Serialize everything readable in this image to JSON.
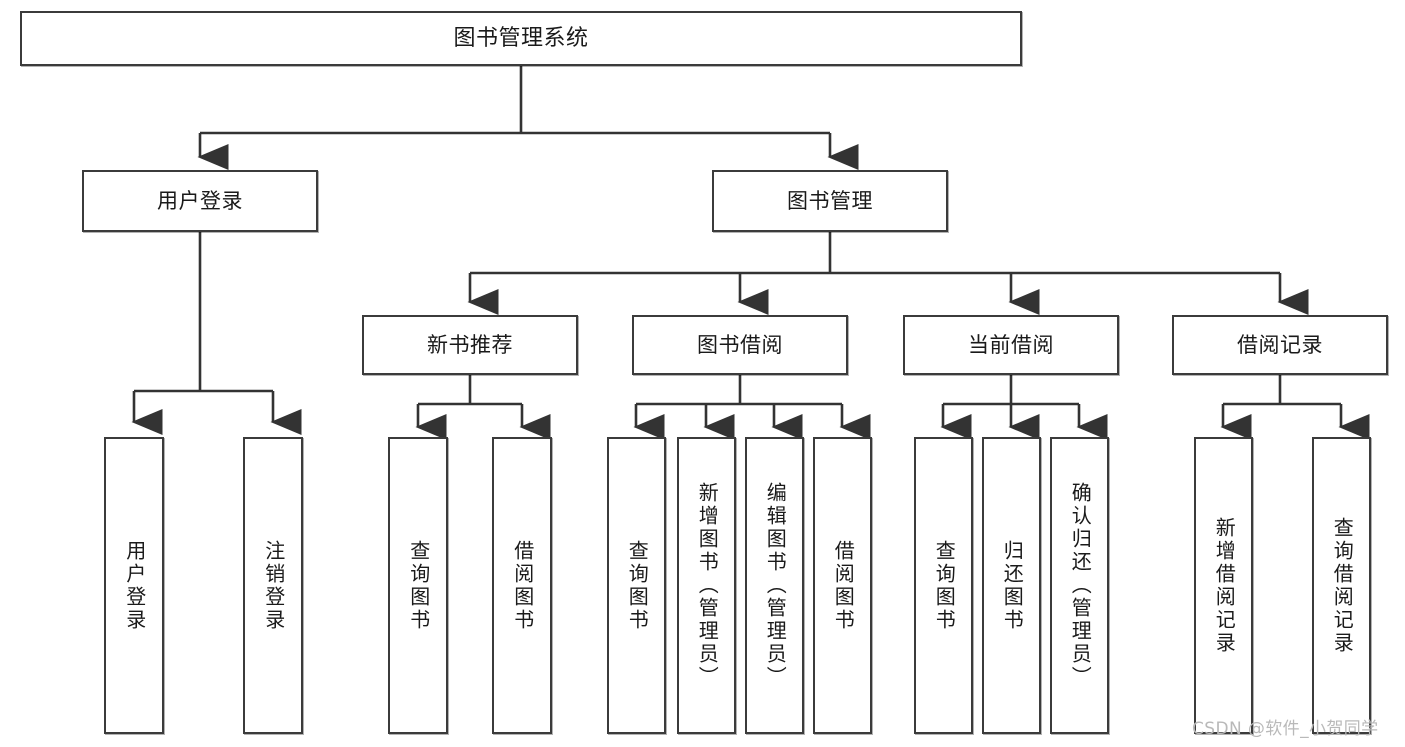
{
  "diagram": {
    "title": "图书管理系统",
    "watermark": "CSDN @软件_小贺同学",
    "colors": {
      "box_border": "#3b3b3b",
      "box_fill": "#ffffff",
      "edge": "#333333",
      "text": "#1a1a1a",
      "watermark": "#b9b9b9"
    },
    "nodes": {
      "root": {
        "label": "图书管理系统"
      },
      "level2": [
        {
          "label": "用户登录"
        },
        {
          "label": "图书管理"
        }
      ],
      "level3": [
        {
          "label": "新书推荐"
        },
        {
          "label": "图书借阅"
        },
        {
          "label": "当前借阅"
        },
        {
          "label": "借阅记录"
        }
      ],
      "leaves": {
        "user_login": [
          {
            "label": "用户登录"
          },
          {
            "label": "注销登录"
          }
        ],
        "new_book": [
          {
            "label": "查询图书"
          },
          {
            "label": "借阅图书"
          }
        ],
        "book_borrow": [
          {
            "label": "查询图书"
          },
          {
            "label": "新增图书（管理员）"
          },
          {
            "label": "编辑图书（管理员）"
          },
          {
            "label": "借阅图书"
          }
        ],
        "current_borrow": [
          {
            "label": "查询图书"
          },
          {
            "label": "归还图书"
          },
          {
            "label": "确认归还（管理员）"
          }
        ],
        "borrow_record": [
          {
            "label": "新增借阅记录"
          },
          {
            "label": "查询借阅记录"
          }
        ]
      }
    }
  }
}
